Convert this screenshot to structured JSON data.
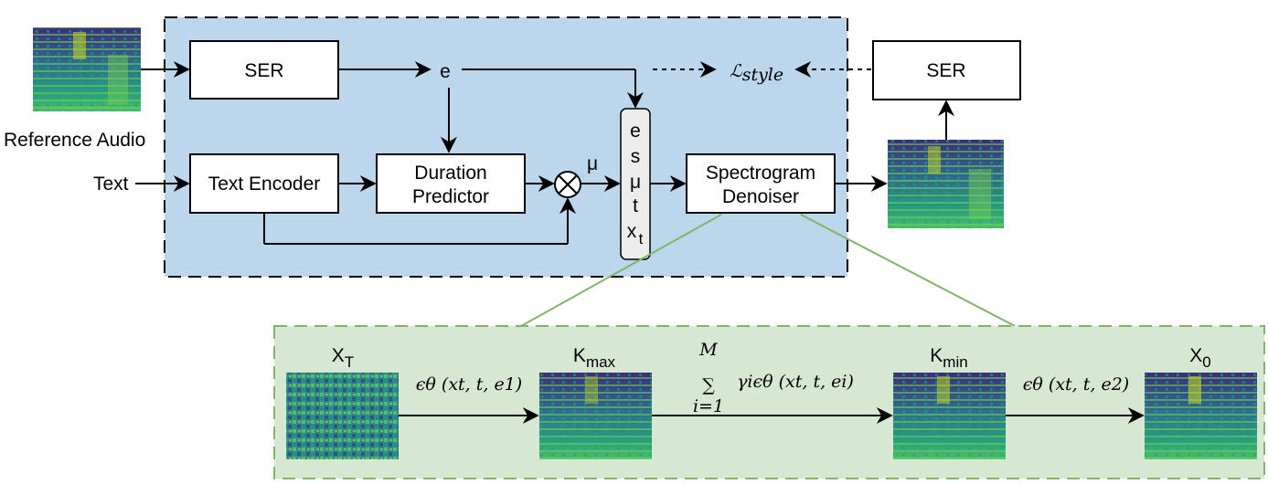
{
  "colors": {
    "pipeline_bg": "#bcd6ec",
    "detail_bg": "#d7e8d2",
    "detail_border": "#82b366",
    "zoom_line": "#82b366",
    "stack_fill": "#ececec",
    "spectrogram_dark": "#3b2f7a",
    "spectrogram_mid": "#26828e",
    "spectrogram_light": "#6ccf5c",
    "spectrogram_hi": "#c8e020"
  },
  "inputs": {
    "reference_audio": "Reference Audio",
    "text": "Text"
  },
  "blocks": {
    "ser_left": "SER",
    "text_encoder": "Text Encoder",
    "duration_predictor_line1": "Duration",
    "duration_predictor_line2": "Predictor",
    "denoiser_line1": "Spectrogram",
    "denoiser_line2": "Denoiser",
    "ser_right": "SER"
  },
  "symbols": {
    "e": "e",
    "mu": "μ",
    "loss_main": "ℒ",
    "loss_sub": "style"
  },
  "stack": [
    "e",
    "s",
    "μ",
    "t",
    "x",
    "t"
  ],
  "detail": {
    "xT_main": "X",
    "xT_sub": "T",
    "kmax_main": "K",
    "kmax_sub": "max",
    "kmin_main": "K",
    "kmin_sub": "min",
    "x0_main": "X",
    "x0_sub": "0",
    "eq1": "ϵθ (xt, t, e1)",
    "eq2_sum_top": "M",
    "eq2_sum_sign": "∑",
    "eq2_sum_bottom": "i=1",
    "eq2_body": "γiϵθ (xt, t, ei)",
    "eq3": "ϵθ (xt, t, e2)"
  }
}
